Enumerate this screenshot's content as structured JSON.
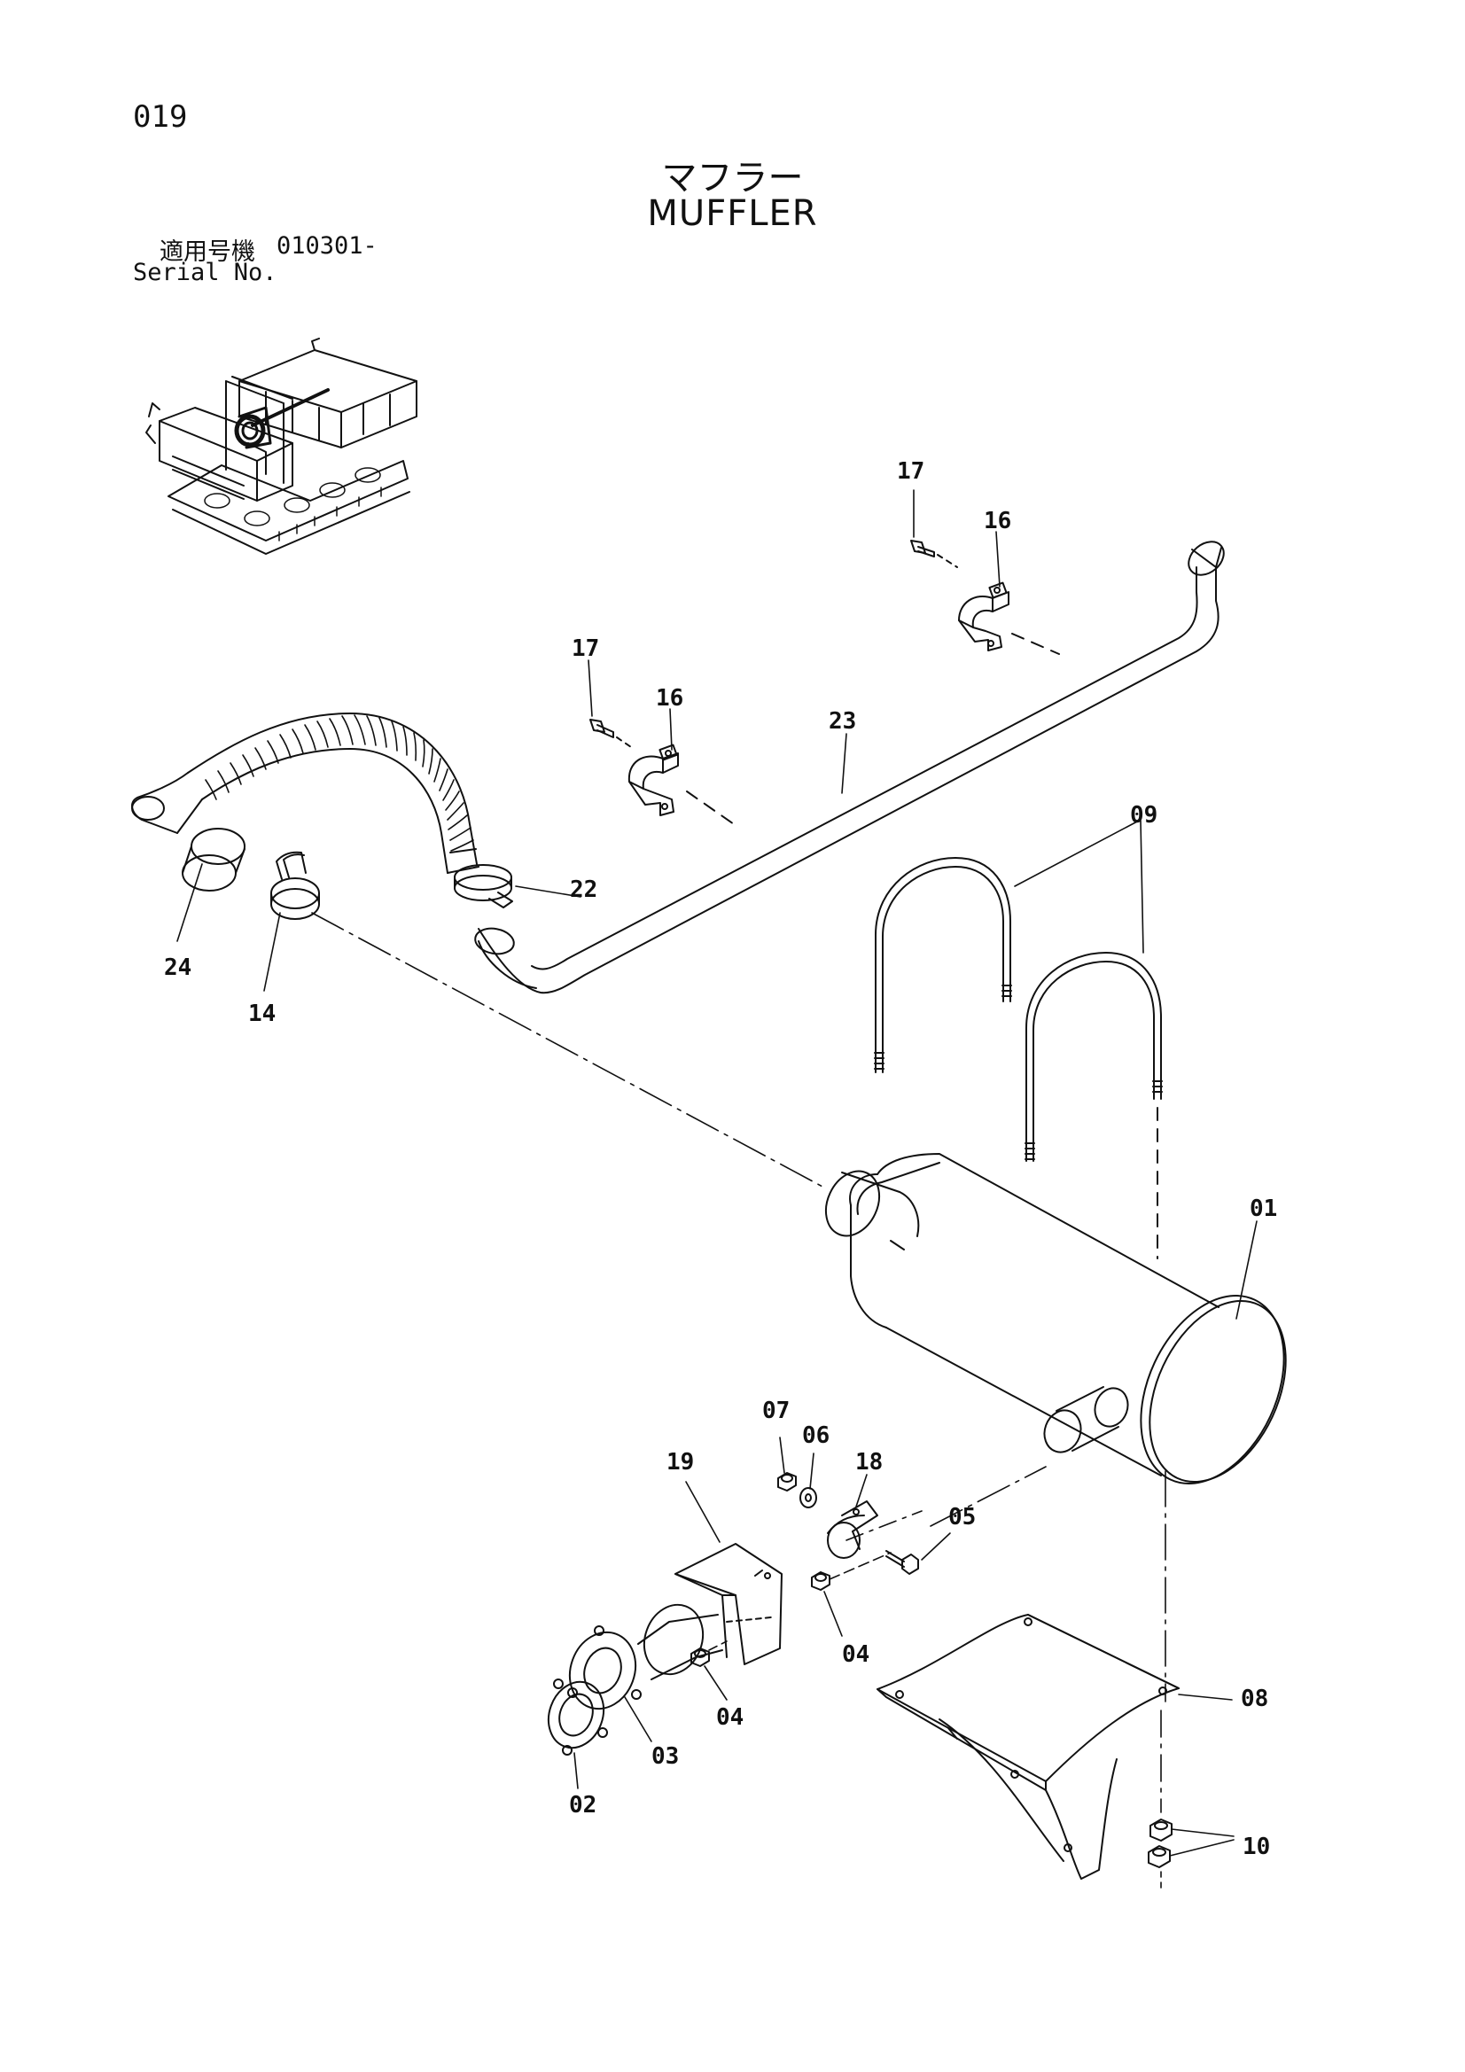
{
  "page": {
    "number": "019"
  },
  "title": {
    "jp": "マフラー",
    "en": "MUFFLER"
  },
  "serial": {
    "label_jp": "適用号機",
    "value": "010301-",
    "label_en": "Serial No."
  },
  "parts": {
    "p01": "01",
    "p02": "02",
    "p03": "03",
    "p04a": "04",
    "p04b": "04",
    "p05": "05",
    "p06": "06",
    "p07": "07",
    "p08": "08",
    "p09": "09",
    "p10": "10",
    "p14": "14",
    "p16a": "16",
    "p16b": "16",
    "p17a": "17",
    "p17b": "17",
    "p18": "18",
    "p19": "19",
    "p22": "22",
    "p23": "23",
    "p24": "24"
  },
  "colors": {
    "line": "#111111",
    "background": "#ffffff"
  }
}
